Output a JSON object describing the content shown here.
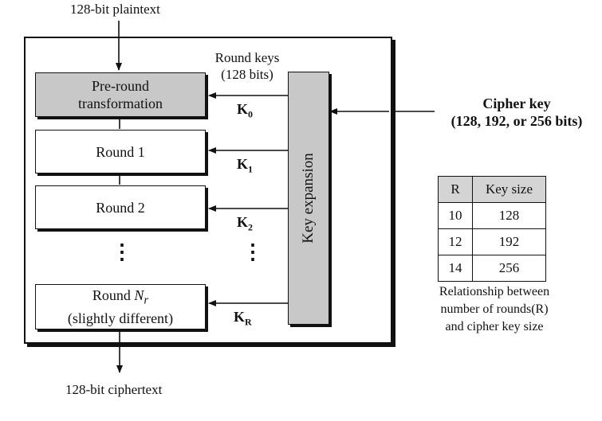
{
  "input_label": "128-bit plaintext",
  "output_label": "128-bit ciphertext",
  "round_keys_label": [
    "Round keys",
    "(128 bits)"
  ],
  "pre_round": [
    "Pre-round",
    "transformation"
  ],
  "round1": "Round 1",
  "round2": "Round 2",
  "round_last": {
    "prefix": "Round ",
    "var": "N",
    "sub": "r",
    "line2": "(slightly different)"
  },
  "ellipsis": "⋮",
  "key_expansion": "Key expansion",
  "keys": [
    {
      "base": "K",
      "sub": "0"
    },
    {
      "base": "K",
      "sub": "1"
    },
    {
      "base": "K",
      "sub": "2"
    },
    {
      "base": "K",
      "sub": "R"
    }
  ],
  "cipher_key": [
    "Cipher key",
    "(128, 192, or 256 bits)"
  ],
  "table": {
    "headers": [
      "R",
      "Key size"
    ],
    "rows": [
      [
        "10",
        "128"
      ],
      [
        "12",
        "192"
      ],
      [
        "14",
        "256"
      ]
    ]
  },
  "caption": [
    "Relationship between",
    "number of rounds(R)",
    "and cipher key size"
  ]
}
